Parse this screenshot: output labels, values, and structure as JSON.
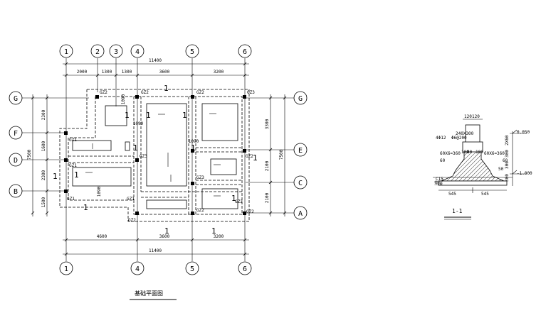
{
  "plan": {
    "title": "基础平面图",
    "axes_top": [
      "1",
      "2",
      "3",
      "4",
      "5",
      "6"
    ],
    "axes_bottom": [
      "1",
      "4",
      "5",
      "6"
    ],
    "axes_left": [
      "G",
      "F",
      "D",
      "B"
    ],
    "axes_right": [
      "G",
      "E",
      "C",
      "A"
    ],
    "dims_top_total": "11400",
    "dims_top": [
      "2000",
      "1300",
      "1300",
      "3600",
      "3200"
    ],
    "dims_bottom": [
      "4600",
      "3600",
      "3200"
    ],
    "dims_bottom_total": "11400",
    "dims_left": [
      "2300",
      "1600",
      "2300",
      "1500"
    ],
    "dims_left_total": "7500",
    "dims_right": [
      "3300",
      "2100",
      "2100"
    ],
    "dims_right_total": "7500",
    "inner_dims": [
      "1090",
      "1090",
      "1090",
      "1090"
    ],
    "column_tags": [
      "GZ2",
      "GZ2",
      "GZ2",
      "GZ3",
      "GZ1",
      "GZ3",
      "GZ2",
      "GZ1",
      "GZ3",
      "GZ1",
      "GZ1",
      "GZ2",
      "GZ2",
      "GZ2",
      "GZ2"
    ],
    "section_marks": [
      "1",
      "1",
      "1",
      "1",
      "1",
      "1",
      "1",
      "1",
      "1",
      "1",
      "1",
      "1",
      "1"
    ]
  },
  "section": {
    "title": "1-1",
    "labels": [
      "120",
      "120",
      "240X300",
      "4Φ12",
      "Φ6@200",
      "80",
      "100",
      "100",
      "60X6=360",
      "60X6=360",
      "60",
      "60",
      "50",
      "545",
      "545",
      "0.050",
      "-1.000",
      "2X60",
      "300",
      "300",
      "300",
      "垫层",
      "C15"
    ]
  }
}
